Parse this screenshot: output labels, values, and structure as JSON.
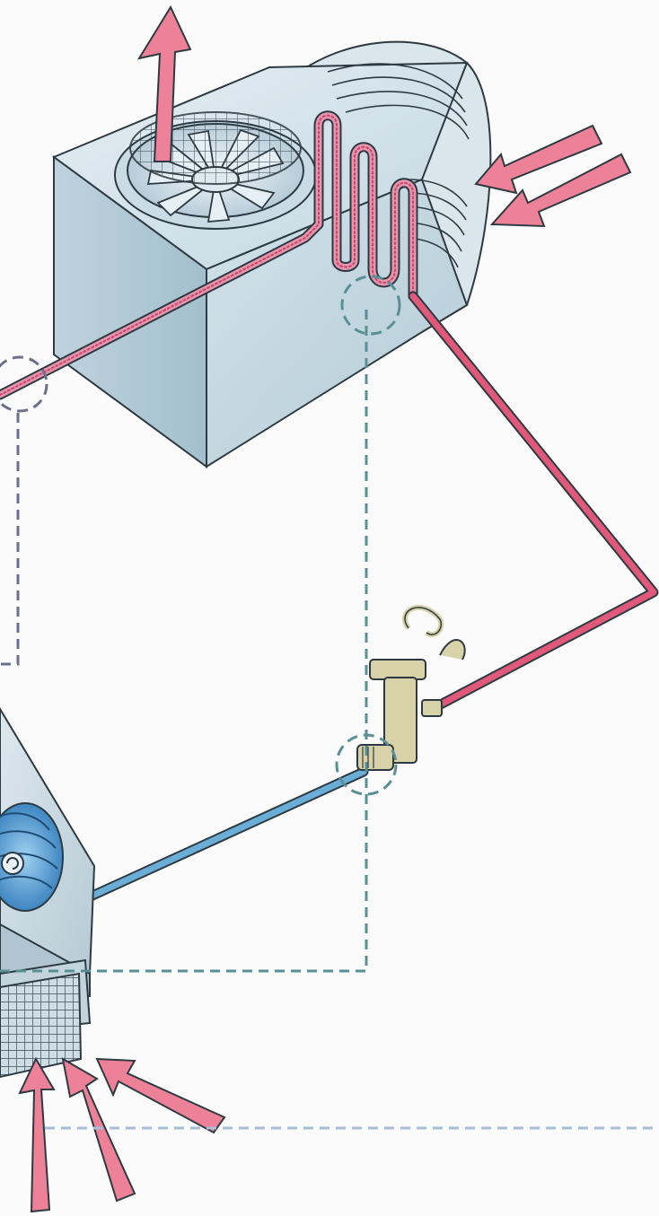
{
  "diagram": {
    "kind": "refrigeration-cycle-illustration",
    "components": [
      "condenser-unit",
      "condenser-fan",
      "condenser-coil",
      "expansion-valve",
      "evaporator-unit",
      "evaporator-blower",
      "air-filter-grille"
    ],
    "lines": [
      "hot-gas-line",
      "liquid-line",
      "low-pressure-line"
    ],
    "flows": [
      "exhaust-air-up",
      "intake-air-condenser",
      "intake-air-evaporator"
    ],
    "detail_markers": 4
  },
  "colors": {
    "hot_refrigerant": "#e0587a",
    "cold_refrigerant": "#6aaed8",
    "air_arrow": "#ec8197",
    "unit_body": "#c8dce6",
    "marker_teal": "#5a8f96",
    "marker_slate": "#6c6f8c",
    "divider": "#a8bed6",
    "valve_brass": "#d8d2a8"
  }
}
